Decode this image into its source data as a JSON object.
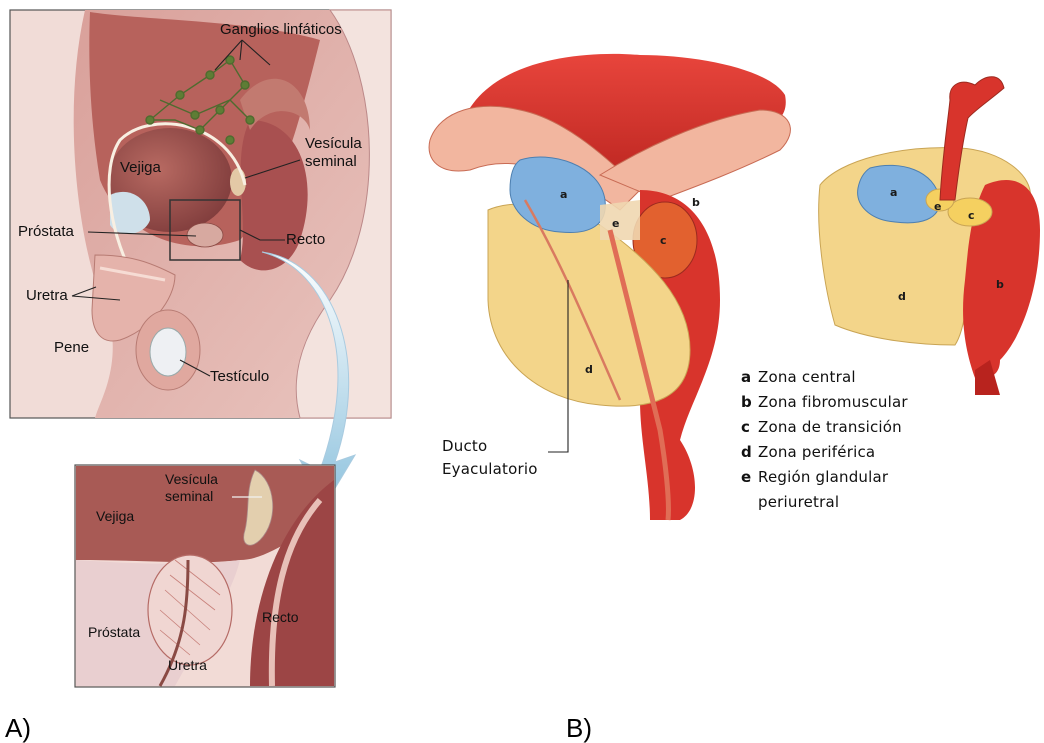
{
  "panels": {
    "a": {
      "tag": "A)"
    },
    "b": {
      "tag": "B)"
    }
  },
  "panel_a": {
    "labels": {
      "ganglios": "Ganglios linfáticos",
      "vesicula_1": "Vesícula",
      "vesicula_2": "seminal",
      "vejiga": "Vejiga",
      "prostata": "Próstata",
      "recto": "Recto",
      "uretra": "Uretra",
      "pene": "Pene",
      "testiculo": "Testículo"
    },
    "inset_labels": {
      "vesicula_1": "Vesícula",
      "vesicula_2": "seminal",
      "vejiga": "Vejiga",
      "prostata": "Próstata",
      "recto": "Recto",
      "uretra": "Uretra"
    }
  },
  "panel_b": {
    "zone_letters": {
      "a": "a",
      "b": "b",
      "c": "c",
      "d": "d",
      "e": "e"
    },
    "ducto_1": "Ducto",
    "ducto_2": "Eyaculatorio",
    "legend": [
      {
        "key": "a",
        "text": "Zona central"
      },
      {
        "key": "b",
        "text": "Zona fibromuscular"
      },
      {
        "key": "c",
        "text": "Zona de transición"
      },
      {
        "key": "d",
        "text": "Zona periférica"
      },
      {
        "key": "e",
        "text": "Región glandular"
      },
      {
        "key": "",
        "text": "periuretral"
      }
    ]
  },
  "colors": {
    "tissue_pink": "#e8b9b4",
    "organ_maroon": "#9b4a4a",
    "zone_central_blue": "#7fb0de",
    "zone_peripheral_yellow": "#f3d58a",
    "fibromuscular_red": "#d8342c",
    "transition_orange": "#e2612f"
  }
}
